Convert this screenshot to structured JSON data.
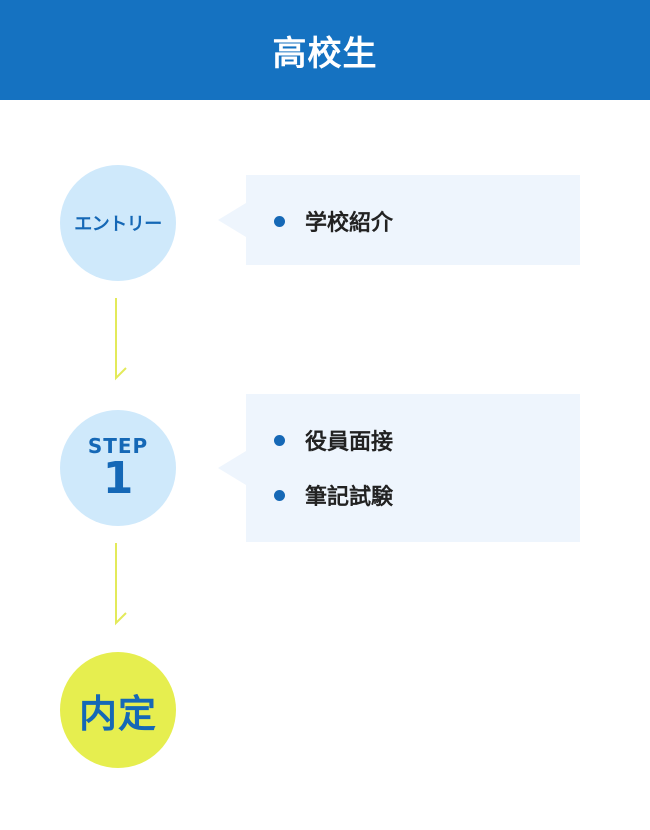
{
  "header": {
    "title": "高校生"
  },
  "flow": {
    "entry": {
      "label": "エントリー",
      "items": [
        "学校紹介"
      ]
    },
    "step": {
      "label": "STEP",
      "number": "1",
      "items": [
        "役員面接",
        "筆記試験"
      ]
    },
    "final": {
      "label": "内定"
    }
  },
  "colors": {
    "header_bg": "#1572c1",
    "circle_blue": "#cfe9fb",
    "circle_yellow": "#e6ee4f",
    "text_blue": "#1568b6",
    "bubble_bg": "#eef5fd",
    "connector": "#e3ea5a"
  }
}
